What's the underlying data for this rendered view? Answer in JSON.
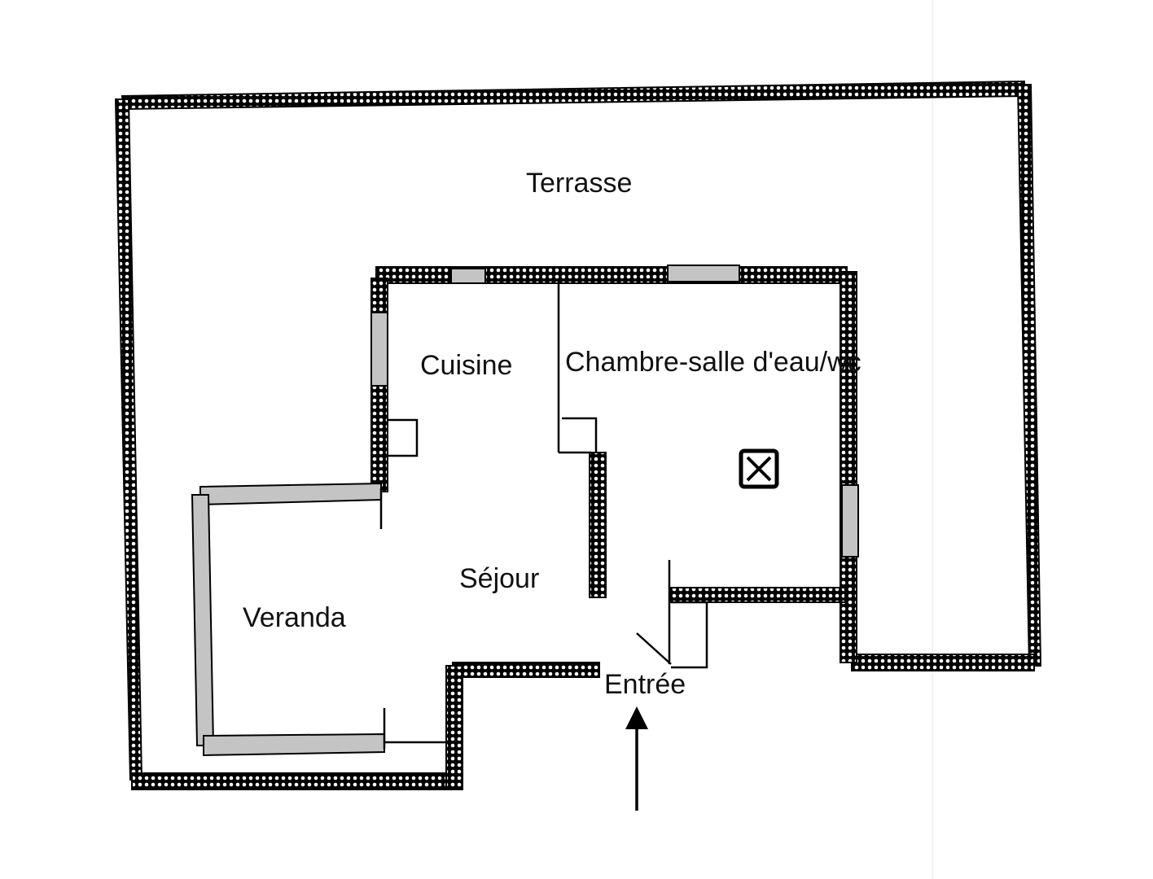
{
  "rooms": {
    "terrasse": "Terrasse",
    "cuisine": "Cuisine",
    "chambre": "Chambre-salle d'eau/wc",
    "sejour": "Séjour",
    "veranda": "Veranda",
    "entree": "Entrée"
  },
  "colors": {
    "wall_dots": "#000000",
    "window_fill": "#c4c4c4",
    "background": "#ffffff"
  },
  "icons": {
    "chimney": "boxed-x-icon",
    "entrance": "arrow-up-icon"
  }
}
